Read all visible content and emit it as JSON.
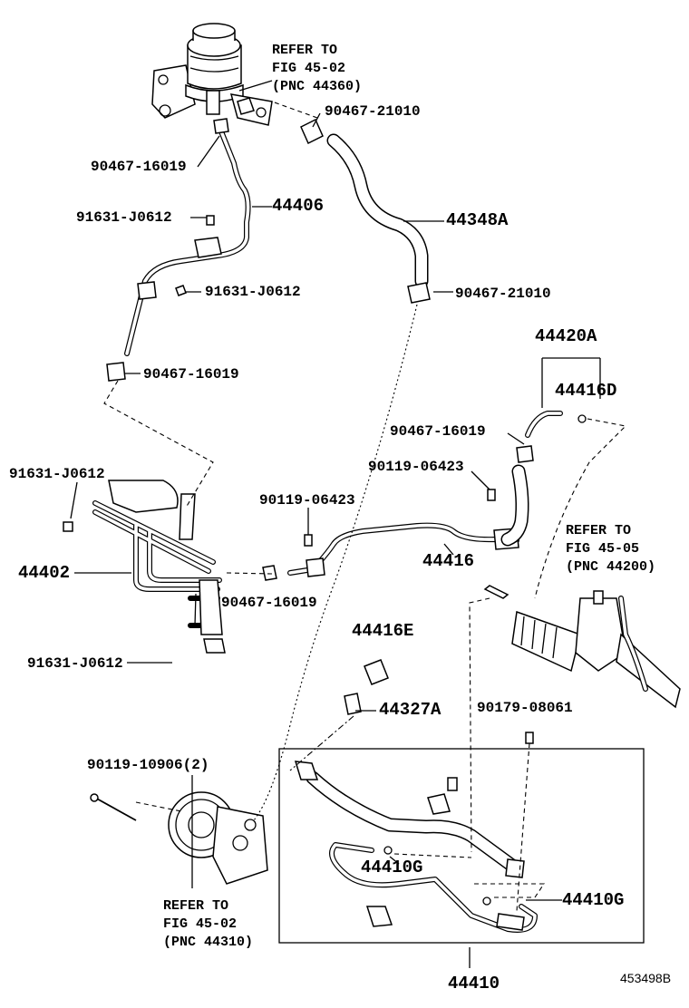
{
  "figure_id": "453498B",
  "part_labels": {
    "p90467_21010_top": "90467-21010",
    "p90467_16019_a": "90467-16019",
    "p91631_J0612_a": "91631-J0612",
    "p44406": "44406",
    "p44348A": "44348A",
    "p91631_J0612_b": "91631-J0612",
    "p90467_21010_b": "90467-21010",
    "p90467_16019_b": "90467-16019",
    "p44420A": "44420A",
    "p44416D": "44416D",
    "p90467_16019_c": "90467-16019",
    "p91631_J0612_c": "91631-J0612",
    "p90119_06423_a": "90119-06423",
    "p90119_06423_b": "90119-06423",
    "p44402": "44402",
    "p44416": "44416",
    "p90467_16019_d": "90467-16019",
    "p44416E": "44416E",
    "p91631_J0612_d": "91631-J0612",
    "p44327A": "44327A",
    "p90179_08061": "90179-08061",
    "p90119_10906": "90119-10906(2)",
    "p44410G_a": "44410G",
    "p44410G_b": "44410G",
    "p44410": "44410"
  },
  "references": {
    "ref_44360": [
      "REFER TO",
      "FIG 45-02",
      "(PNC 44360)"
    ],
    "ref_44200": [
      "REFER TO",
      "FIG 45-05",
      "(PNC 44200)"
    ],
    "ref_44310": [
      "REFER TO",
      "FIG 45-02",
      "(PNC 44310)"
    ]
  }
}
